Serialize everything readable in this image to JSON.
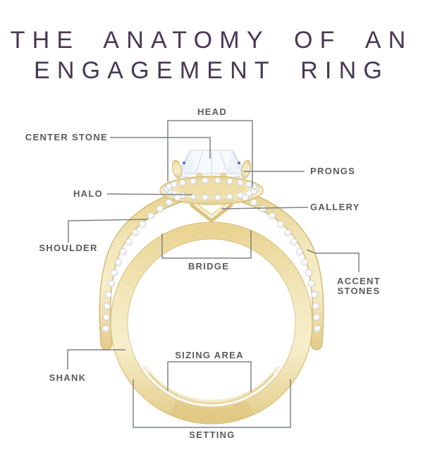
{
  "title": {
    "line1": "THE ANATOMY OF AN",
    "line2": "ENGAGEMENT RING"
  },
  "labels": {
    "head": "HEAD",
    "center_stone": "CENTER STONE",
    "prongs": "PRONGS",
    "halo": "HALO",
    "gallery": "GALLERY",
    "shoulder": "SHOULDER",
    "bridge": "BRIDGE",
    "accent_stones_line1": "ACCENT",
    "accent_stones_line2": "STONES",
    "shank": "SHANK",
    "sizing_area": "SIZING AREA",
    "setting": "SETTING"
  },
  "colors": {
    "title_text": "#473853",
    "label_text": "#595a5c",
    "pointer_line": "#7f8285",
    "gold_light": "#f6eecb",
    "gold_mid": "#eedda2",
    "gold_edge": "#d5ba73",
    "diamond_white": "#f7fafc",
    "diamond_facet": "#cfdae2",
    "background": "#ffffff"
  }
}
